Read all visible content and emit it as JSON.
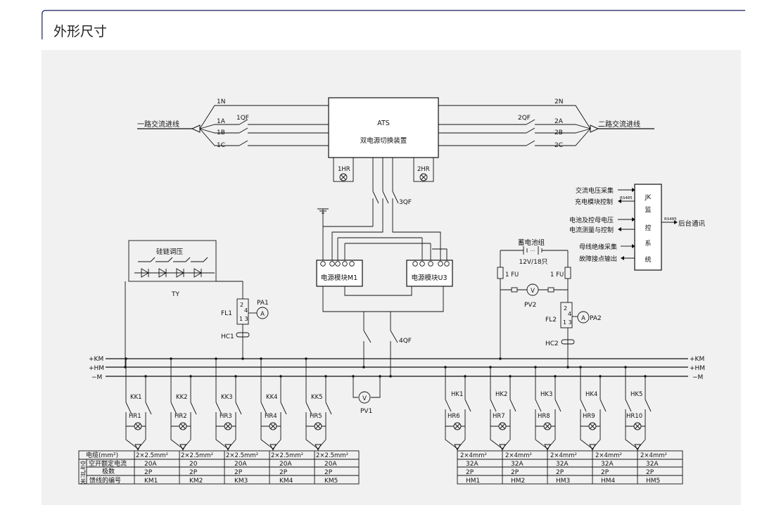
{
  "page": {
    "title": "外形尺寸"
  },
  "ats": {
    "name": "ATS",
    "desc": "双电源切换装置"
  },
  "incoming": {
    "line1": "一路交流进线",
    "line2": "二路交流进线",
    "n1": "1N",
    "a1": "1A",
    "b1": "1B",
    "c1": "1C",
    "qf1": "1QF",
    "n2": "2N",
    "a2": "2A",
    "b2": "2B",
    "c2": "2C",
    "qf2": "2QF",
    "hr1": "1HR",
    "hr2": "2HR",
    "qf3": "3QF"
  },
  "modules": {
    "m1": "电源模块M1",
    "m3": "电源模块U3",
    "qf4": "4QF",
    "pv1": "PV1"
  },
  "left": {
    "ty_title": "硅链调压",
    "ty": "TY",
    "fl1": "FL1",
    "pa1": "PA1",
    "hc1": "HC1",
    "a": "A",
    "p2": "2",
    "p4": "4",
    "p13": "1 3"
  },
  "battery": {
    "title": "蓄电池组",
    "spec": "12V/18只",
    "fu_left": "1 FU",
    "fu_right": "1 FU",
    "pv2": "PV2",
    "fl2": "FL2",
    "pa2": "PA2",
    "hc2": "HC2",
    "v": "V",
    "a": "A",
    "p2": "2",
    "p4": "4",
    "p13": "1 3"
  },
  "jk": {
    "chars": [
      "JK",
      "监",
      "控",
      "系",
      "统"
    ],
    "in1": "交流电压采集",
    "in2": "充电模块控制",
    "rs485_in": "RS485",
    "in3": "电池及控母电压",
    "in4": "电流测量与控制",
    "in5": "母线绝缘采集",
    "in6": "故障接点输出",
    "rs485_out": "RS485",
    "out": "后台通讯"
  },
  "bus": {
    "km": "+KM",
    "hm": "+HM",
    "m": "−M"
  },
  "left_feeders": {
    "kk": [
      "KK1",
      "KK2",
      "KK3",
      "KK4",
      "KK5"
    ],
    "hr": [
      "HR1",
      "HR2",
      "HR3",
      "HR4",
      "HR5"
    ]
  },
  "right_feeders": {
    "hk": [
      "HK1",
      "HK2",
      "HK3",
      "HK4",
      "HK5"
    ],
    "hr": [
      "HR6",
      "HR7",
      "HR8",
      "HR9",
      "HR10"
    ]
  },
  "left_table": {
    "row_labels": [
      "电缆(mm²)",
      "空开额定电流",
      "极数",
      "馈线的编号"
    ],
    "side_label": [
      "空",
      "气",
      "开",
      "关"
    ],
    "cable": [
      "2×2.5mm²",
      "2×2.5mm²",
      "2×2.5mm²",
      "2×2.5mm²",
      "2×2.5mm²"
    ],
    "rating": [
      "20A",
      "20",
      "20A",
      "20A",
      "20A"
    ],
    "poles": [
      "2P",
      "2P",
      "2P",
      "2P",
      "2P"
    ],
    "feeder": [
      "KM1",
      "KM2",
      "KM3",
      "KM4",
      "KM5"
    ]
  },
  "right_table": {
    "cable": [
      "2×4mm²",
      "2×4mm²",
      "2×4mm²",
      "2×4mm²",
      "2×4mm²"
    ],
    "rating": [
      "32A",
      "32A",
      "32A",
      "32A",
      "32A"
    ],
    "poles": [
      "2P",
      "2P",
      "2P",
      "2P",
      "2P"
    ],
    "feeder": [
      "HM1",
      "HM2",
      "HM3",
      "HM4",
      "HM5"
    ]
  },
  "colors": {
    "accent": "#2c2f6b",
    "panel": "#f1f1f2",
    "ink": "#111111"
  }
}
